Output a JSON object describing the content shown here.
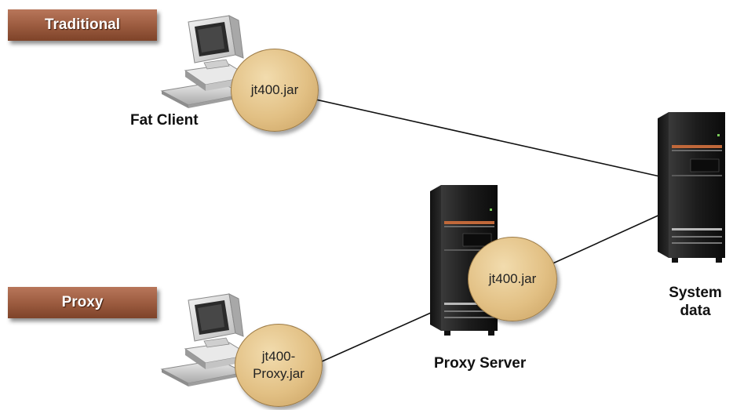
{
  "banners": {
    "traditional": "Traditional",
    "proxy": "Proxy"
  },
  "nodes": {
    "fat_client_jar": "jt400.jar",
    "fat_client_label": "Fat Client",
    "proxy_server_jar": "jt400.jar",
    "proxy_server_label": "Proxy Server",
    "proxy_client_jar_line1": "jt400-",
    "proxy_client_jar_line2": "Proxy.jar",
    "system_label_line1": "System",
    "system_label_line2": "data"
  },
  "icons": [
    "desktop-computer-icon",
    "server-tower-icon"
  ]
}
